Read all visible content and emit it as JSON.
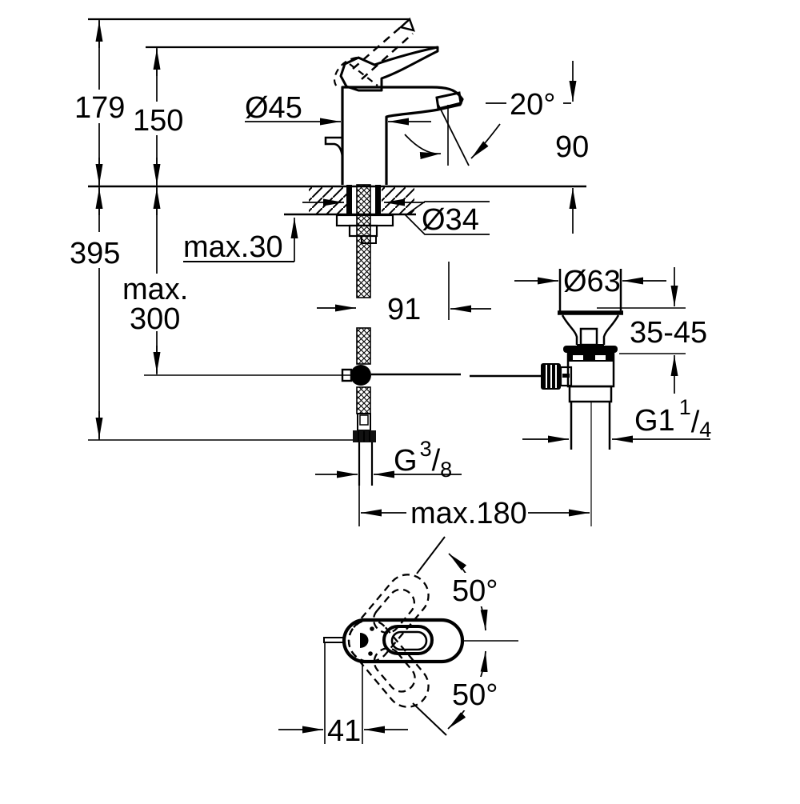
{
  "colors": {
    "ink": "#000000",
    "paper": "#ffffff"
  },
  "labels": {
    "total_height": "179",
    "spout_height": "150",
    "body_diameter": "Ø45",
    "stream_angle": "20°",
    "outlet_height": "90",
    "overall_depth": "395",
    "deck_thickness": "max.30",
    "hole_diameter": "Ø34",
    "hose_depth_line1": "max.",
    "hose_depth_line2": "300",
    "spout_reach": "91",
    "waste_diameter": "Ø63",
    "clamp_range": "35-45",
    "waste_thread_base": "G1",
    "waste_thread_num": "1",
    "waste_thread_slash": "/",
    "waste_thread_den": "4",
    "supply_thread_base": "G",
    "supply_thread_num": "3",
    "supply_thread_slash": "/",
    "supply_thread_den": "8",
    "rod_reach": "max.180",
    "swivel_angle_up": "50°",
    "swivel_angle_down": "50°",
    "handle_offset": "41"
  }
}
